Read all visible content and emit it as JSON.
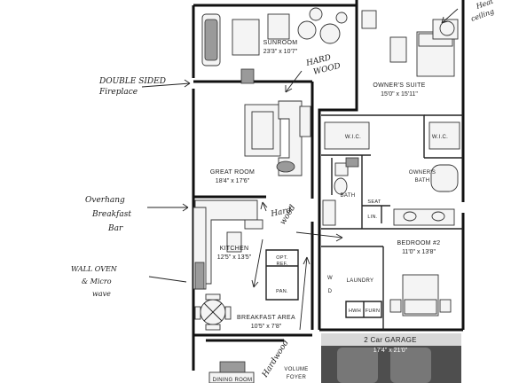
{
  "rooms": {
    "sunroom": {
      "name": "SUNROOM",
      "dims": "23'3\" x 10'7\""
    },
    "owners_suite": {
      "name": "OWNER'S SUITE",
      "dims": "15'0\" x 15'11\""
    },
    "great_room": {
      "name": "GREAT ROOM",
      "dims": "18'4\" x 17'6\""
    },
    "wic_left": {
      "name": "W.I.C."
    },
    "wic_right": {
      "name": "W.I.C."
    },
    "owners_bath": {
      "name": "OWNER'S",
      "name2": "BATH"
    },
    "bath": {
      "name": "BATH"
    },
    "seat": {
      "name": "SEAT"
    },
    "lin": {
      "name": "LIN."
    },
    "kitchen": {
      "name": "KITCHEN",
      "dims": "12'5\" x 13'5\""
    },
    "bedroom2": {
      "name": "BEDROOM #2",
      "dims": "11'0\" x 13'8\""
    },
    "opt_ref": {
      "name": "OPT.",
      "name2": "REF."
    },
    "pan": {
      "name": "PAN."
    },
    "laundry": {
      "name": "LAUNDRY"
    },
    "breakfast": {
      "name": "BREAKFAST AREA",
      "dims": "10'5\" x 7'8\""
    },
    "washer": {
      "name": "W"
    },
    "dryer": {
      "name": "D"
    },
    "hwh": {
      "name": "HWH"
    },
    "furn": {
      "name": "FURN"
    },
    "garage": {
      "name": "2 Car GARAGE",
      "dims": "17'4\" x 21'0\""
    },
    "volume_foyer": {
      "name": "VOLUME",
      "name2": "FOYER"
    },
    "dining_room": {
      "name": "DINING ROOM"
    }
  },
  "annotations": {
    "double_sided_fireplace": {
      "line1": "DOUBLE SIDED",
      "line2": "Fireplace"
    },
    "overhang_bar": {
      "line1": "Overhang",
      "line2": "Breakfast",
      "line3": "Bar"
    },
    "wall_oven": {
      "line1": "WALL OVEN",
      "line2": "& Micro",
      "line3": "wave"
    },
    "hardwood_top": {
      "line1": "HARD",
      "line2": "WOOD"
    },
    "hardwood_mid": {
      "line1": "Hard",
      "line2": "wood"
    },
    "hardwood_bottom": {
      "text": "Hardwood"
    },
    "ceiling": {
      "line1": "Heat",
      "line2": "ceiling"
    }
  }
}
